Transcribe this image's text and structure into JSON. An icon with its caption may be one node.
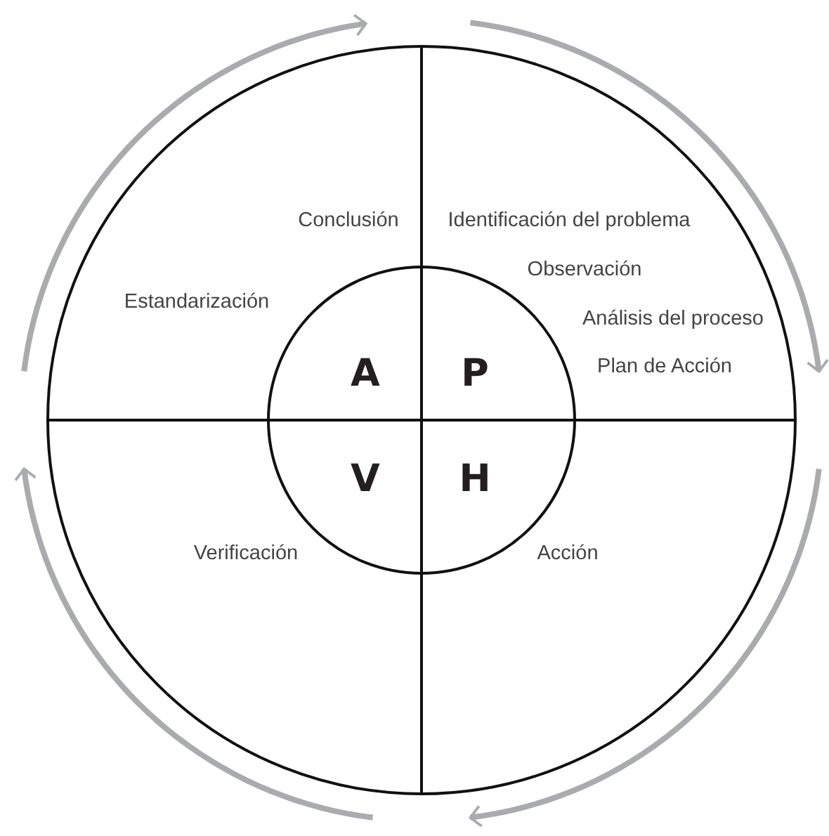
{
  "diagram": {
    "nodes": [
      {
        "text": [
          "Conclusión",
          "Identificación del problema",
          "Observación",
          "Estandarización",
          "Análisis del proceso",
          "Plan de Acción",
          "Verificación",
          "Acción"
        ]
      },
      {
        "text": [
          "A",
          "P",
          "V",
          "H"
        ],
        "in": 0
      }
    ]
  }
}
